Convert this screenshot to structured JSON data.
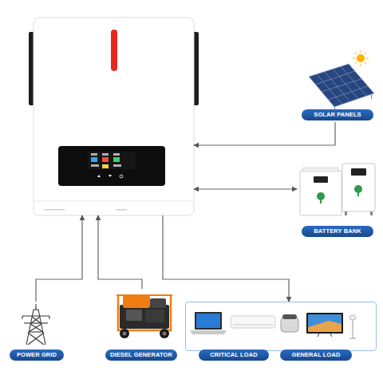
{
  "diagram": {
    "nodes": [
      {
        "text": []
      },
      {
        "text": [
          "SOLAR PANELS"
        ]
      },
      {
        "text": [
          "BATTERY BANK"
        ]
      },
      {
        "text": [
          "POWER GRID"
        ]
      },
      {
        "text": [
          "DIESEL GENERATOR"
        ]
      },
      {
        "text": [
          "CRITICAL LOAD",
          "GENERAL LOAD"
        ]
      }
    ],
    "edges": [
      {
        "from": 1,
        "to": 0,
        "arrow": "to"
      },
      {
        "from": 2,
        "to": 0,
        "arrow": "both"
      },
      {
        "from": 3,
        "to": 0,
        "arrow": "to"
      },
      {
        "from": 4,
        "to": 0,
        "arrow": "to"
      },
      {
        "from": 0,
        "to": 5,
        "arrow": "to"
      }
    ]
  }
}
